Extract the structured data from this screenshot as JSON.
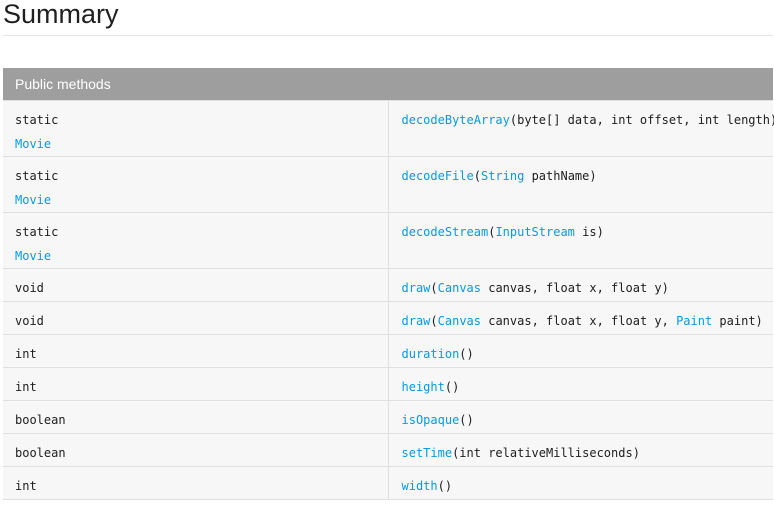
{
  "page_title": "Summary",
  "table_header": "Public methods",
  "rows": [
    {
      "type_kw": "static",
      "type_link": "Movie",
      "sig": [
        {
          "t": "decodeByteArray",
          "link": true
        },
        {
          "t": "(byte[] data, int offset, int length)",
          "link": false
        }
      ]
    },
    {
      "type_kw": "static",
      "type_link": "Movie",
      "sig": [
        {
          "t": "decodeFile",
          "link": true
        },
        {
          "t": "(",
          "link": false
        },
        {
          "t": "String",
          "link": true
        },
        {
          "t": " pathName)",
          "link": false
        }
      ]
    },
    {
      "type_kw": "static",
      "type_link": "Movie",
      "sig": [
        {
          "t": "decodeStream",
          "link": true
        },
        {
          "t": "(",
          "link": false
        },
        {
          "t": "InputStream",
          "link": true
        },
        {
          "t": " is)",
          "link": false
        }
      ]
    },
    {
      "type_kw": "void",
      "sig": [
        {
          "t": "draw",
          "link": true
        },
        {
          "t": "(",
          "link": false
        },
        {
          "t": "Canvas",
          "link": true
        },
        {
          "t": " canvas, float x, float y)",
          "link": false
        }
      ]
    },
    {
      "type_kw": "void",
      "sig": [
        {
          "t": "draw",
          "link": true
        },
        {
          "t": "(",
          "link": false
        },
        {
          "t": "Canvas",
          "link": true
        },
        {
          "t": " canvas, float x, float y, ",
          "link": false
        },
        {
          "t": "Paint",
          "link": true
        },
        {
          "t": " paint)",
          "link": false
        }
      ]
    },
    {
      "type_kw": "int",
      "sig": [
        {
          "t": "duration",
          "link": true
        },
        {
          "t": "()",
          "link": false
        }
      ]
    },
    {
      "type_kw": "int",
      "sig": [
        {
          "t": "height",
          "link": true
        },
        {
          "t": "()",
          "link": false
        }
      ]
    },
    {
      "type_kw": "boolean",
      "sig": [
        {
          "t": "isOpaque",
          "link": true
        },
        {
          "t": "()",
          "link": false
        }
      ]
    },
    {
      "type_kw": "boolean",
      "sig": [
        {
          "t": "setTime",
          "link": true
        },
        {
          "t": "(int relativeMilliseconds)",
          "link": false
        }
      ]
    },
    {
      "type_kw": "int",
      "sig": [
        {
          "t": "width",
          "link": true
        },
        {
          "t": "()",
          "link": false
        }
      ]
    }
  ]
}
